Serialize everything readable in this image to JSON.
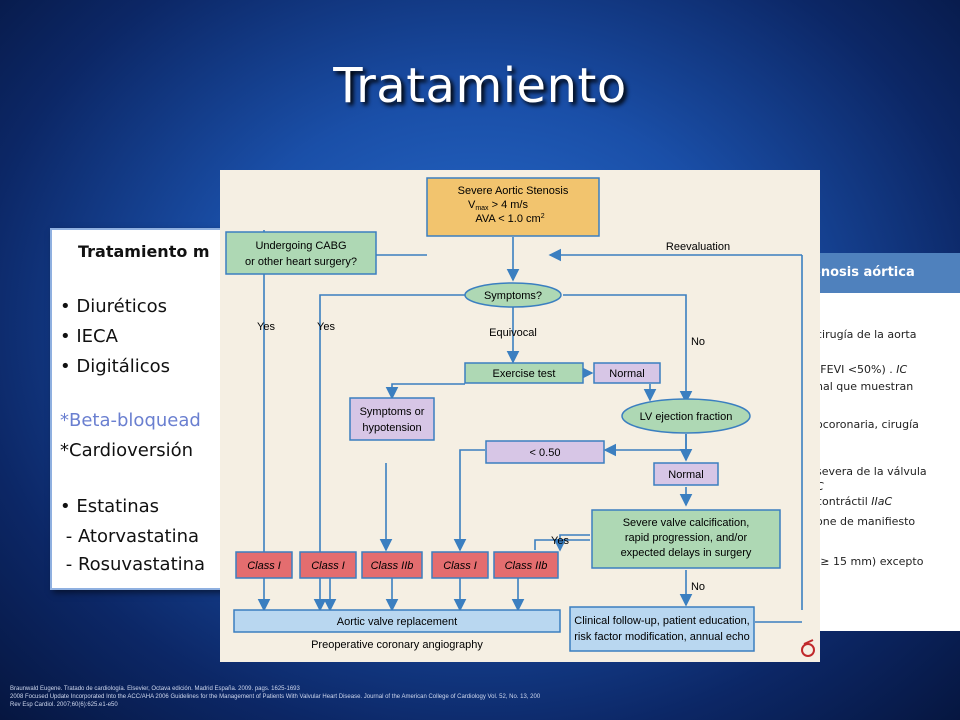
{
  "title": "Tratamiento",
  "left_panel": {
    "title": "Tratamiento m",
    "items": [
      "Diuréticos",
      "IECA",
      "Digitálicos"
    ],
    "beta": "*Beta-bloquead",
    "cardio": "*Cardioversión",
    "statins": "Estatinas",
    "ator": " - Atorvastatina",
    "rosu": " - Rosuvastatina"
  },
  "right_panel": {
    "header": "enosis aórtica",
    "lines": [
      "cirugía de la aorta",
      "(FEVI <50%) . ",
      "IC",
      "nal que muestran",
      "ocoronaria, cirugía",
      "severa de la válvula",
      "C",
      "contráctil ",
      "IIaC",
      "one de manifiesto",
      "(≥ 15 mm) excepto"
    ]
  },
  "flowchart": {
    "severe": "Severe Aortic Stenosis",
    "vmax_pre": "V",
    "vmax_sub": "max",
    "vmax_post": " > 4 m/s",
    "ava": "AVA < 1.0 cm",
    "ava_sup": "2",
    "cabg1": "Undergoing CABG",
    "cabg2": "or other heart surgery?",
    "reeval": "Reevaluation",
    "symptoms": "Symptoms?",
    "yes": "Yes",
    "no": "No",
    "equivocal": "Equivocal",
    "exercise": "Exercise test",
    "normal": "Normal",
    "sym_hypo1": "Symptoms or",
    "sym_hypo2": "hypotension",
    "lvef": "LV ejection fraction",
    "lt050": "< 0.50",
    "severe_valve1": "Severe valve calcification,",
    "severe_valve2": "rapid progression, and/or",
    "severe_valve3": "expected delays in surgery",
    "class_i": "Class I",
    "class_iib": "Class IIb",
    "avr": "Aortic valve replacement",
    "preop": "Preoperative coronary angiography",
    "clinical1": "Clinical follow-up, patient education,",
    "clinical2": "risk factor modification, annual echo",
    "colors": {
      "gold": "#f2c46e",
      "green": "#aed8b4",
      "blue": "#b9d7f0",
      "purple": "#d7c6e6",
      "red": "#e46d6f",
      "arrow": "#3b7fc0"
    }
  },
  "refs": [
    "Braunwald Eugene. Tratado de cardiología. Elsevier, Octava edición. Madrid España. 2009. pags. 1625-1693",
    "2008 Focused Update Incorporated Into the ACC/AHA 2006 Guidelines for the Management of Patients With Valvular Heart Disease. Journal of the American College of Cardiology Vol. 52, No. 13, 200",
    "Rev Esp Cardiol. 2007;60(6):625.e1-e50"
  ]
}
